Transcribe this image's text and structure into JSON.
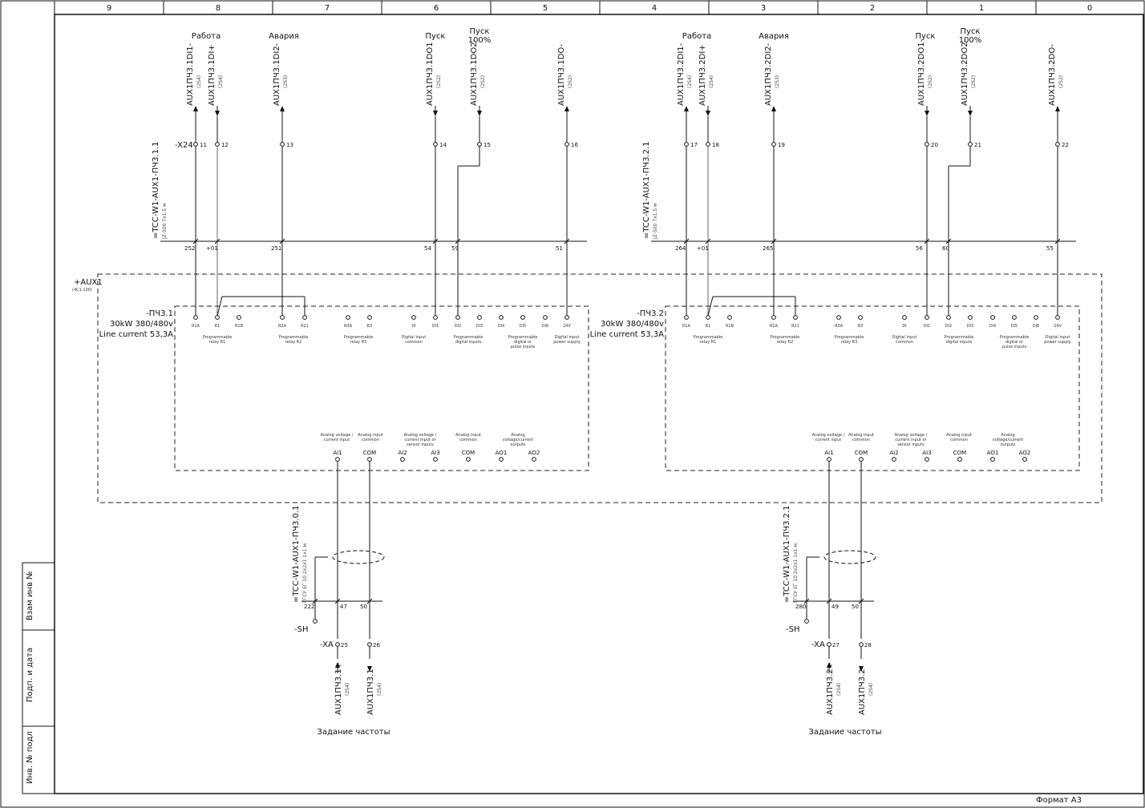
{
  "sheet": {
    "columns": [
      "9",
      "8",
      "7",
      "6",
      "5",
      "4",
      "3",
      "2",
      "1",
      "0"
    ],
    "format_label": "Формат А3",
    "side_stamps": [
      "Взам инв №",
      "Подп. и дата",
      "Инв. № подл"
    ]
  },
  "enclosure": {
    "label": "+AUX1",
    "sublabel": "(4С1.100)"
  },
  "left": {
    "top_labels": {
      "work": "Работа",
      "fault": "Авария",
      "start": "Пуск",
      "start100": "Пуск 100%"
    },
    "terminal_strip": "-X24",
    "terminals": [
      "11",
      "12",
      "13",
      "14",
      "15",
      "16"
    ],
    "signals": [
      {
        "name": "AUX1ПЧ3.1DI1-",
        "ref": "(2S4)"
      },
      {
        "name": "AUX1ПЧ3.1DI+",
        "ref": "(2S4)"
      },
      {
        "name": "AUX1ПЧ3.1DI2-",
        "ref": "(2S3)"
      },
      {
        "name": "AUX1ПЧ3.1DO1",
        "ref": "(2S2)"
      },
      {
        "name": "AUX1ПЧ3.1DO2-",
        "ref": "(2S2)"
      },
      {
        "name": "AUX1ПЧ3.1DO-",
        "ref": "(2S2)"
      }
    ],
    "cable": {
      "name": "=TCC-W1-AUX1-ПЧ3.1.1",
      "spec": "JZ-500 7x1.5 м"
    },
    "wire_numbers": [
      "252",
      "+01",
      "251",
      "54",
      "59",
      "51"
    ],
    "drive": {
      "name": "-ПЧ3.1",
      "rating": "30kW 380/480v",
      "current": "Line current 53,3A"
    },
    "top_pins": [
      "R1A",
      "R1",
      "R1B",
      "R2A",
      "R21",
      "R3A",
      "R3",
      "DI",
      "DI1",
      "DI2",
      "DI3",
      "DI4",
      "DI5",
      "DI6",
      "24V"
    ],
    "top_groups": [
      "Programmable relay R1",
      "Programmable relay R2",
      "Programmable relay R3",
      "Digital input common",
      "Programmable digital inputs",
      "Programmable digital or pulse inputs",
      "Digital input power supply"
    ],
    "bottom_groups": [
      "Analog voltage / current input",
      "Analog input common",
      "Analog voltage / current input or sensor inputs",
      "Analog input common",
      "Analog voltage/current outputs"
    ],
    "bottom_pins": [
      "AI1",
      "COM",
      "AI2",
      "AI3",
      "COM",
      "AO1",
      "AO2"
    ],
    "analog_cable": {
      "name": "=TCC-W1-AUX1-ПЧ3.0.1",
      "spec": "ГГСУ ЕГ 10 2x2x1 1x1 м"
    },
    "analog_wire_numbers": [
      "222",
      "47",
      "50"
    ],
    "shield": "-SH",
    "strip_xa": "-XA",
    "xa_terminals": [
      "25",
      "26"
    ],
    "analog_signals": [
      {
        "name": "AUX1ПЧ3.1+",
        "ref": "(2S4)"
      },
      {
        "name": "AUX1ПЧ3.1-",
        "ref": "(2S4)"
      }
    ],
    "footer": "Задание частоты"
  },
  "right": {
    "top_labels": {
      "work": "Работа",
      "fault": "Авария",
      "start": "Пуск",
      "start100": "Пуск 100%"
    },
    "terminals": [
      "17",
      "18",
      "19",
      "20",
      "21",
      "22"
    ],
    "signals": [
      {
        "name": "AUX1ПЧ3.2DI1-",
        "ref": "(2S4)"
      },
      {
        "name": "AUX1ПЧ3.2DI+",
        "ref": "(2S4)"
      },
      {
        "name": "AUX1ПЧ3.2DI2-",
        "ref": "(2S3)"
      },
      {
        "name": "AUX1ПЧ3.2DO1-",
        "ref": "(2S2)"
      },
      {
        "name": "AUX1ПЧ3.2DO2-",
        "ref": "(2S2)"
      },
      {
        "name": "AUX1ПЧ3.2DO-",
        "ref": "(2S2)"
      }
    ],
    "cable": {
      "name": "=TCC-W1-AUX1-ПЧ3.2.1",
      "spec": "JZ-500 7x1.5 м"
    },
    "wire_numbers": [
      "264",
      "+01",
      "265",
      "56",
      "60",
      "55"
    ],
    "drive": {
      "name": "-ПЧ3.2",
      "rating": "30kW 380/480v",
      "current": "Line current 53,3A"
    },
    "top_pins": [
      "R1A",
      "R1",
      "R1B",
      "R2A",
      "R21",
      "R3A",
      "R3",
      "DI",
      "DI1",
      "DI2",
      "DI3",
      "DI4",
      "DI5",
      "DI6",
      "24V"
    ],
    "top_groups": [
      "Programmable relay R1",
      "Programmable relay R2",
      "Programmable relay R3",
      "Digital input common",
      "Programmable digital inputs",
      "Programmable digital or pulse inputs",
      "Digital input power supply"
    ],
    "bottom_groups": [
      "Analog voltage / current input",
      "Analog input common",
      "Analog voltage / current input or sensor inputs",
      "Analog input common",
      "Analog voltage/current outputs"
    ],
    "bottom_pins": [
      "AI1",
      "COM",
      "AI2",
      "AI3",
      "COM",
      "AO1",
      "AO2"
    ],
    "analog_cable": {
      "name": "=TCC-W1-AUX1-ПЧ3.2.1",
      "spec": "ГГСУ ЕГ 10 2x2x1 1x1 м"
    },
    "analog_wire_numbers": [
      "280",
      "49",
      "50"
    ],
    "shield": "-SH",
    "strip_xa": "-XA",
    "xa_terminals": [
      "27",
      "28"
    ],
    "analog_signals": [
      {
        "name": "AUX1ПЧ3.2+",
        "ref": "(2S4)"
      },
      {
        "name": "AUX1ПЧ3.2-",
        "ref": "(2S4)"
      }
    ],
    "footer": "Задание частоты"
  }
}
